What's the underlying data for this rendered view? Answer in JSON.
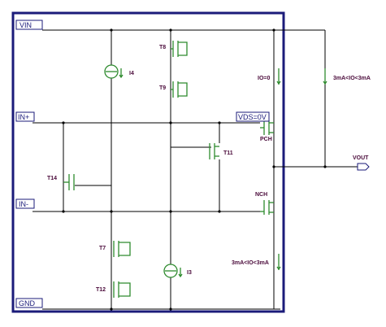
{
  "ports": {
    "vin": "VIN",
    "in_plus": "IN+",
    "in_minus": "IN-",
    "gnd": "GND",
    "vds": "VDS=0V"
  },
  "components": {
    "t8": "T8",
    "t9": "T9",
    "t11": "T11",
    "t14": "T14",
    "t7": "T7",
    "t12": "T12",
    "pch": "PCH",
    "nch": "NCH",
    "i4": "I4",
    "i3": "I3",
    "io0": "IO=0",
    "src_top": "3mA<IO<3mA",
    "src_bottom": "3mA<IO<3mA",
    "vout": "VOUT"
  },
  "colors": {
    "wire": "#000000",
    "device": "#2e8b2e",
    "frame": "#1b1b7a",
    "port_text": "#1a1a7a",
    "label_text": "#4a0a3a"
  }
}
